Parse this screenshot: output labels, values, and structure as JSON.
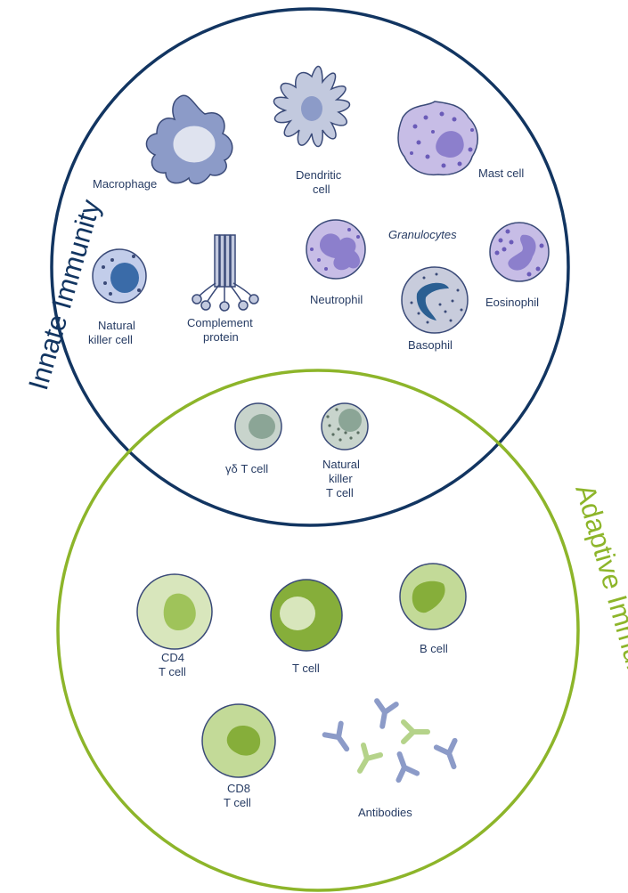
{
  "circles": {
    "innate_title": "Innate Immunity",
    "adaptive_title": "Adaptive Immunity",
    "innate_color": "#123561",
    "adaptive_color": "#8db52a"
  },
  "innate": {
    "macrophage": "Macrophage",
    "dendritic_1": "Dendritic",
    "dendritic_2": "cell",
    "mast": "Mast cell",
    "granulocytes": "Granulocytes",
    "nk_1": "Natural",
    "nk_2": "killer cell",
    "complement_1": "Complement",
    "complement_2": "protein",
    "neutrophil": "Neutrophil",
    "eosinophil": "Eosinophil",
    "basophil": "Basophil"
  },
  "overlap": {
    "gd_t": "γδ T cell",
    "nkt_1": "Natural",
    "nkt_2": "killer",
    "nkt_3": "T cell"
  },
  "adaptive": {
    "cd4_1": "CD4",
    "cd4_2": "T cell",
    "t_cell": "T cell",
    "b_cell": "B cell",
    "cd8_1": "CD8",
    "cd8_2": "T cell",
    "antibodies": "Antibodies"
  }
}
